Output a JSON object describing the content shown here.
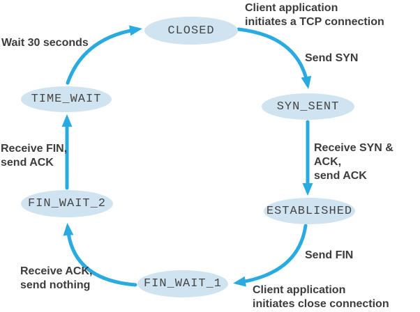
{
  "colors": {
    "arrow": "#29abe2",
    "state_fill": "#cfe3f0",
    "state_text": "#454545",
    "annotation_text": "#3c3c3c",
    "background": "#ffffff"
  },
  "diagram": {
    "type": "state-machine",
    "subject": "TCP client connection lifecycle",
    "states": [
      {
        "id": "closed",
        "label": "CLOSED"
      },
      {
        "id": "syn_sent",
        "label": "SYN_SENT"
      },
      {
        "id": "established",
        "label": "ESTABLISHED"
      },
      {
        "id": "fin_wait_1",
        "label": "FIN_WAIT_1"
      },
      {
        "id": "fin_wait_2",
        "label": "FIN_WAIT_2"
      },
      {
        "id": "time_wait",
        "label": "TIME_WAIT"
      }
    ],
    "transitions": [
      {
        "from": "CLOSED",
        "to": "SYN_SENT",
        "labels": [
          "Client application initiates a TCP connection",
          "Send SYN"
        ]
      },
      {
        "from": "SYN_SENT",
        "to": "ESTABLISHED",
        "labels": [
          "Receive SYN & ACK, send ACK"
        ]
      },
      {
        "from": "ESTABLISHED",
        "to": "FIN_WAIT_1",
        "labels": [
          "Send FIN",
          "Client application initiates close connection"
        ]
      },
      {
        "from": "FIN_WAIT_1",
        "to": "FIN_WAIT_2",
        "labels": [
          "Receive ACK, send nothing"
        ]
      },
      {
        "from": "FIN_WAIT_2",
        "to": "TIME_WAIT",
        "labels": [
          "Receive FIN, send ACK"
        ]
      },
      {
        "from": "TIME_WAIT",
        "to": "CLOSED",
        "labels": [
          "Wait 30 seconds"
        ]
      }
    ]
  },
  "annotations": [
    {
      "id": "wait-30-seconds",
      "text": "Wait 30 seconds"
    },
    {
      "id": "client-initiates-open",
      "text": "Client application\ninitiates a TCP connection"
    },
    {
      "id": "send-syn",
      "text": "Send SYN"
    },
    {
      "id": "receive-syn-ack",
      "text": "Receive SYN & ACK,\nsend ACK"
    },
    {
      "id": "send-fin",
      "text": "Send FIN"
    },
    {
      "id": "client-initiates-close",
      "text": "Client application\ninitiates close connection"
    },
    {
      "id": "receive-ack",
      "text": "Receive ACK,\nsend nothing"
    },
    {
      "id": "receive-fin",
      "text": "Receive FIN,\nsend ACK"
    }
  ]
}
